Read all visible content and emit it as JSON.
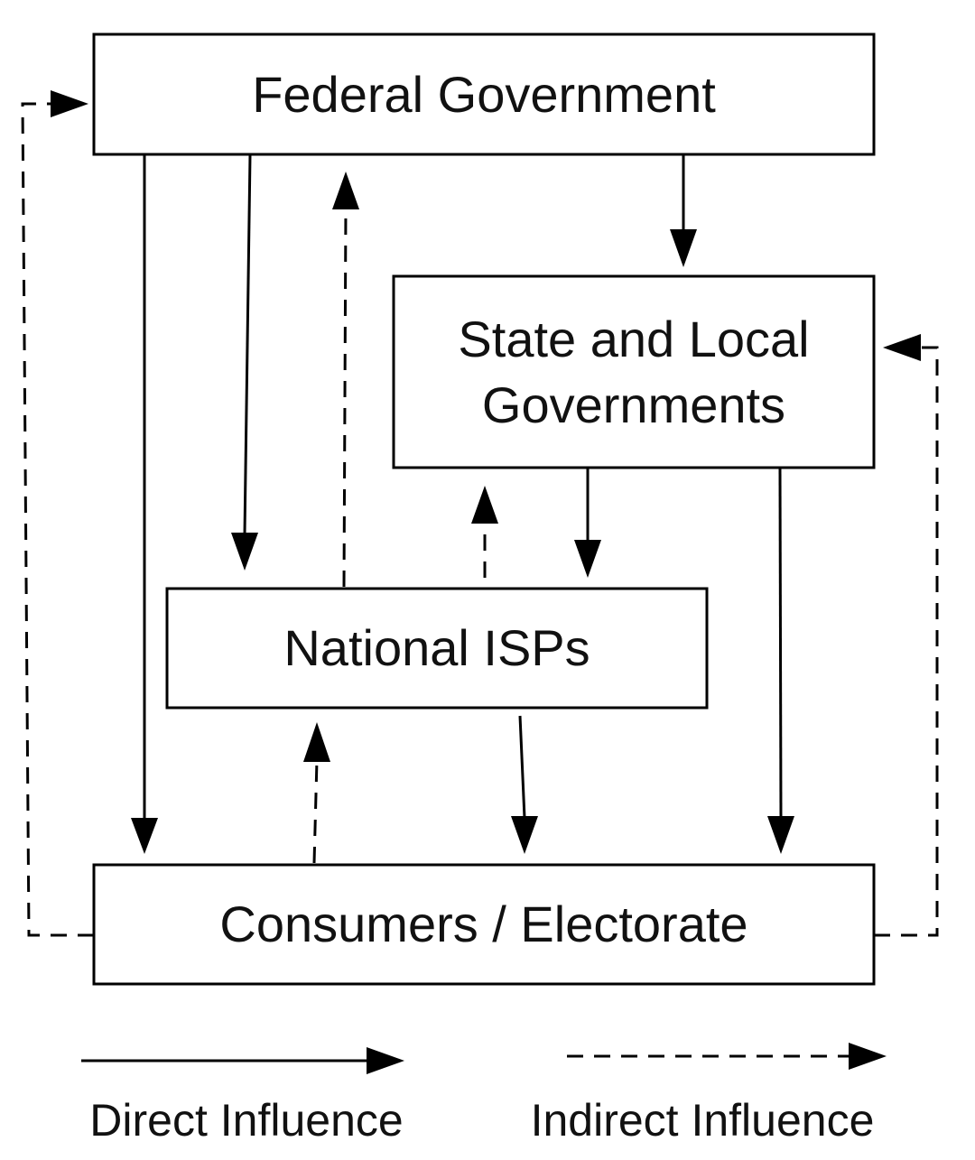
{
  "diagram": {
    "nodes": {
      "federal": {
        "label": "Federal Government"
      },
      "state": {
        "lines": [
          "State and Local",
          "Governments"
        ]
      },
      "isps": {
        "label": "National ISPs"
      },
      "consumers": {
        "label": "Consumers / Electorate"
      }
    },
    "legend": {
      "direct": "Direct Influence",
      "indirect": "Indirect Influence"
    },
    "colors": {
      "stroke": "#000000",
      "box_fill": "#ffffff",
      "text": "#111111"
    }
  }
}
